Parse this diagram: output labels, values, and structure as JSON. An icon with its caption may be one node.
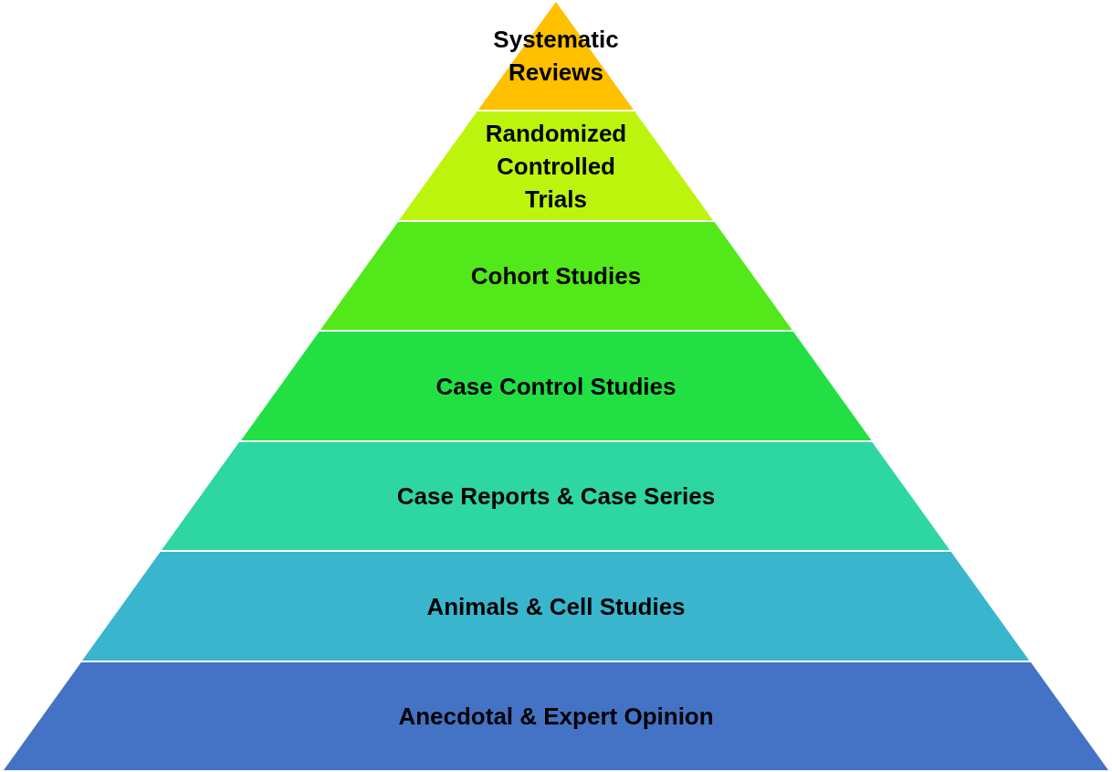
{
  "diagram": {
    "nodes": [
      {
        "text": [
          "Systematic Reviews"
        ]
      },
      {
        "text": [
          "Randomized Controlled Trials"
        ]
      },
      {
        "text": [
          "Cohort Studies"
        ]
      },
      {
        "text": [
          "Case Control Studies"
        ]
      },
      {
        "text": [
          "Case Reports & Case Series"
        ]
      },
      {
        "text": [
          "Animals & Cell Studies"
        ]
      },
      {
        "text": [
          "Anecdotal & Expert Opinion"
        ]
      }
    ]
  }
}
